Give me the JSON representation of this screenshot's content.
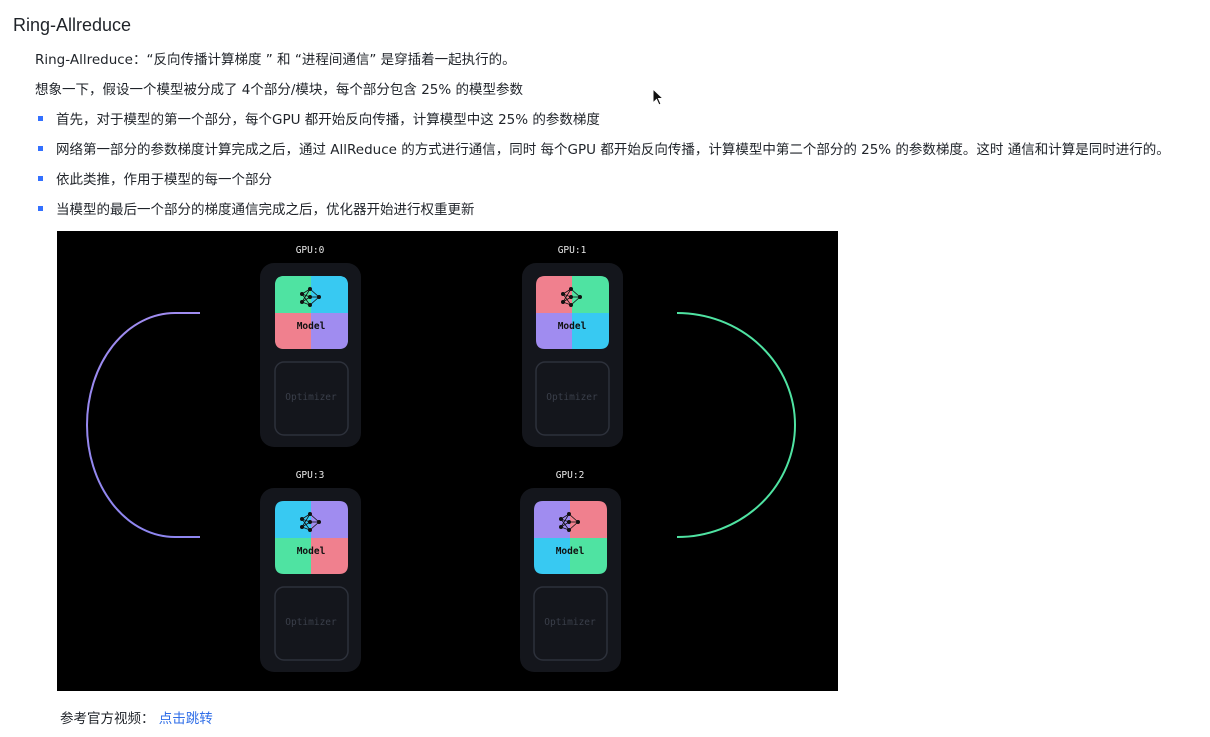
{
  "heading": "Ring-Allreduce",
  "intro": "Ring-Allreduce：“反向传播计算梯度 ” 和 “进程间通信” 是穿插着一起执行的。",
  "imagine": "想象一下，假设一个模型被分成了 4个部分/模块，每个部分包含 25% 的模型参数",
  "bullets": [
    "首先，对于模型的第一个部分，每个GPU 都开始反向传播，计算模型中这 25% 的参数梯度",
    "网络第一部分的参数梯度计算完成之后，通过 AllReduce 的方式进行通信，同时 每个GPU 都开始反向传播，计算模型中第二个部分的 25% 的参数梯度。这时 通信和计算是同时进行的。",
    "依此类推，作用于模型的每一个部分",
    "当模型的最后一个部分的梯度通信完成之后，优化器开始进行权重更新"
  ],
  "figure": {
    "gpus": [
      {
        "label": "GPU:0",
        "model": "Model",
        "optimizer": "Optimizer"
      },
      {
        "label": "GPU:1",
        "model": "Model",
        "optimizer": "Optimizer"
      },
      {
        "label": "GPU:3",
        "model": "Model",
        "optimizer": "Optimizer"
      },
      {
        "label": "GPU:2",
        "model": "Model",
        "optimizer": "Optimizer"
      }
    ],
    "colors": {
      "green": "#4fe3a2",
      "cyan": "#38c9f2",
      "pink": "#f0808e",
      "purple": "#a08cf0"
    }
  },
  "reference": {
    "label": "参考官方视频：",
    "link": "点击跳转"
  }
}
